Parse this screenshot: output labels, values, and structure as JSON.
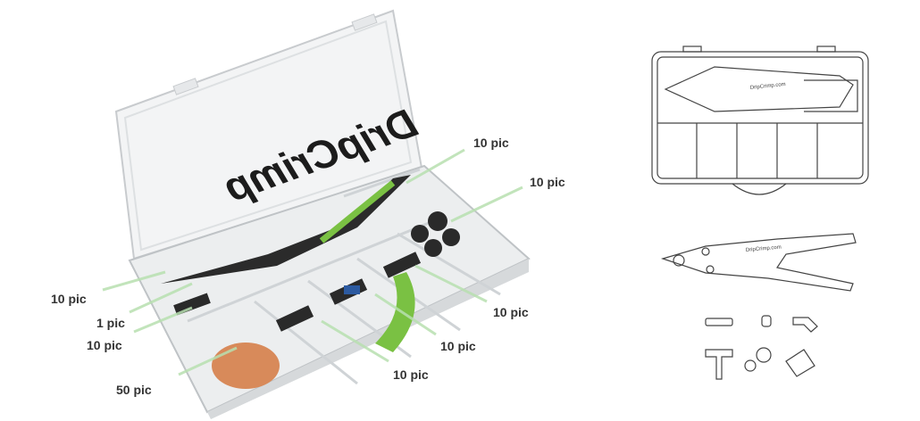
{
  "product": {
    "logo_text": "DripCrimp",
    "tool_imprint": "DripCrimp.com"
  },
  "labels": [
    {
      "id": "tees",
      "text": "10 pic"
    },
    {
      "id": "caps",
      "text": "10 pic"
    },
    {
      "id": "left-top",
      "text": "10 pic"
    },
    {
      "id": "tool",
      "text": "1 pic"
    },
    {
      "id": "left-bottom",
      "text": "10 pic"
    },
    {
      "id": "copper",
      "text": "50 pic"
    },
    {
      "id": "couplers",
      "text": "10 pic"
    },
    {
      "id": "elbows",
      "text": "10 pic"
    },
    {
      "id": "adapters",
      "text": "10 pic"
    }
  ],
  "colors": {
    "accent": "#7ac143",
    "label": "#333333",
    "pointer": "#b8e0b0"
  }
}
